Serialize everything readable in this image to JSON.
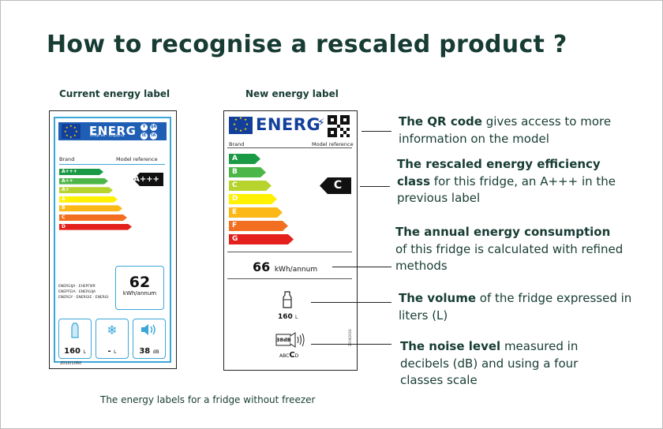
{
  "title": "How to recognise a rescaled product ?",
  "current_label_heading": "Current energy label",
  "new_label_heading": "New energy label",
  "caption": "The energy labels for a fridge without freezer",
  "old_label": {
    "energ_text": "ENERG",
    "energ_sub": "енергия · ενέργεια",
    "lang_dots": [
      "Y",
      "IJA",
      "IE",
      "IA"
    ],
    "brand": "Brand",
    "model_reference": "Model reference",
    "classes": [
      {
        "label": "A+++",
        "color": "#1a9a45"
      },
      {
        "label": "A++",
        "color": "#4db648"
      },
      {
        "label": "A+",
        "color": "#b7d32e"
      },
      {
        "label": "A",
        "color": "#fff100"
      },
      {
        "label": "B",
        "color": "#fbb817"
      },
      {
        "label": "C",
        "color": "#f26f21"
      },
      {
        "label": "D",
        "color": "#e3201b"
      }
    ],
    "current_class": "A+++",
    "languages": [
      "ENERGIJA · ЕНЕРГИЯ",
      "ΕΝΕΡΓΕΙΑ · ENERGIJA",
      "ENERGY · ENERGIE · ENERGI"
    ],
    "consumption_value": "62",
    "consumption_unit": "kWh/annum",
    "fresh_volume_value": "160",
    "fresh_volume_unit": "L",
    "frozen_volume_value": "-",
    "frozen_volume_unit": "L",
    "noise_value": "38",
    "noise_unit": "dB",
    "regulation": "2010/1060"
  },
  "new_label": {
    "energ_text": "ENERG",
    "brand": "Brand",
    "model_reference": "Model reference",
    "classes": [
      {
        "label": "A",
        "color": "#1a9a45"
      },
      {
        "label": "B",
        "color": "#4db648"
      },
      {
        "label": "C",
        "color": "#b7d32e"
      },
      {
        "label": "D",
        "color": "#fff100"
      },
      {
        "label": "E",
        "color": "#fbb817"
      },
      {
        "label": "F",
        "color": "#f26f21"
      },
      {
        "label": "G",
        "color": "#e3201b"
      }
    ],
    "current_class": "C",
    "consumption_value": "66",
    "consumption_unit": "kWh/annum",
    "volume_value": "160",
    "volume_unit": "L",
    "noise_db": "38dB",
    "noise_classes": {
      "before": "ABC",
      "selected": "C",
      "after": "D"
    },
    "regulation": "2019/2016"
  },
  "annotations": {
    "qr": {
      "bold": "The QR code",
      "rest": " gives access to more information on the model"
    },
    "class": {
      "bold": "The rescaled energy efficiency class",
      "rest": " for this fridge, an A+++ in the previous label"
    },
    "consumption": {
      "bold": "The annual energy consumption",
      "rest": " of this fridge is calculated with refined methods"
    },
    "volume": {
      "bold": "The volume",
      "rest": " of the fridge expressed in liters (L)"
    },
    "noise": {
      "bold": "The noise level",
      "rest": " measured in decibels (dB) and using a four classes scale"
    }
  },
  "colors": {
    "heading": "#173c33",
    "eu_blue": "#123f9c",
    "old_frame": "#3aa7d9",
    "star_yellow": "#ffd800"
  }
}
